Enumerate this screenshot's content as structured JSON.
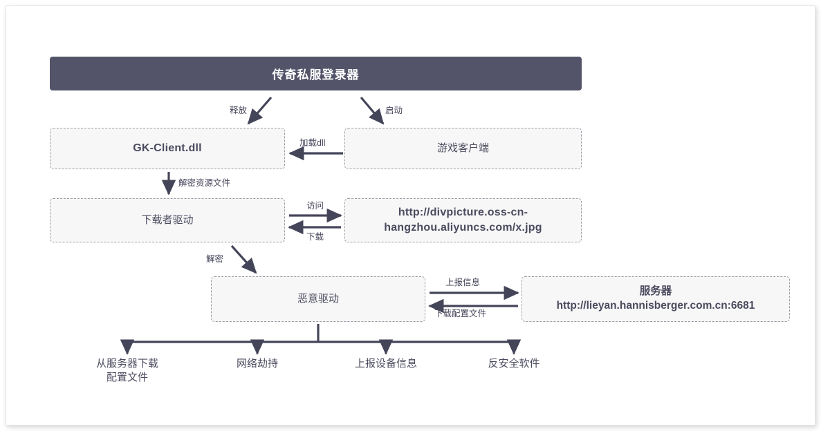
{
  "diagram": {
    "title_banner": "传奇私服登录器",
    "nodes": {
      "gk_client": "GK-Client.dll",
      "game_client": "游戏客户端",
      "downloader": "下载者驱动",
      "oss_url": "http://divpicture.oss-cn-hangzhou.aliyuncs.com/x.jpg",
      "malicious_driver": "恶意驱动",
      "server": "服务器\nhttp://lieyan.hannisberger.com.cn:6681"
    },
    "edges": {
      "release": "释放",
      "launch": "启动",
      "load_dll": "加载dll",
      "decrypt_resource": "解密资源文件",
      "access": "访问",
      "download": "下载",
      "decrypt": "解密",
      "report_info": "上报信息",
      "download_config": "下载配置文件"
    },
    "leaves": [
      "从服务器下载\n配置文件",
      "网络劫持",
      "上报设备信息",
      "反安全软件"
    ],
    "colors": {
      "banner_bg": "#535469",
      "banner_text": "#ffffff",
      "node_bg": "#f7f7f8",
      "node_border": "#9b9ba5",
      "text": "#4b4b5f",
      "arrow": "#45455a",
      "page_bg": "#ffffff"
    }
  }
}
